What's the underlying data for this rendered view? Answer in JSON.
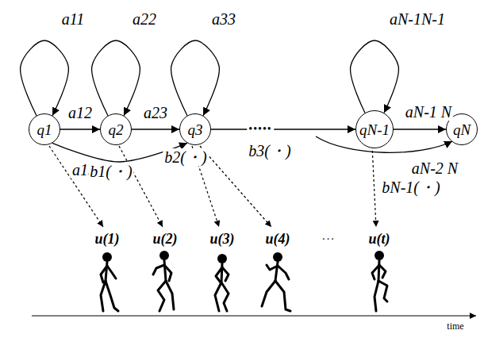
{
  "diagram": {
    "nodes": [
      {
        "text": [
          "q1"
        ]
      },
      {
        "text": [
          "q2"
        ]
      },
      {
        "text": [
          "q3"
        ]
      },
      {
        "text": [
          "qN-1"
        ]
      },
      {
        "text": [
          "qN"
        ]
      }
    ],
    "edges": [
      {
        "from": 0,
        "to": 0,
        "label": "a11",
        "arrow": "to"
      },
      {
        "from": 0,
        "to": 1,
        "label": "a12",
        "arrow": "to"
      },
      {
        "from": 0,
        "to": 2,
        "label": "a13",
        "arrow": "to"
      },
      {
        "from": 1,
        "to": 1,
        "label": "a22",
        "arrow": "to"
      },
      {
        "from": 1,
        "to": 2,
        "label": "a23",
        "arrow": "to"
      },
      {
        "from": 2,
        "to": 2,
        "label": "a33",
        "arrow": "to"
      },
      {
        "from": 2,
        "to": 3,
        "label": "•••••",
        "arrow": "to"
      },
      {
        "from": 3,
        "to": 3,
        "label": "aN-1N-1",
        "arrow": "to"
      },
      {
        "from": 3,
        "to": 4,
        "label": "aN-1 N",
        "arrow": "to"
      }
    ],
    "labels": [
      "aN-2 N",
      "b1(・)",
      "b2(・)",
      "b3(・)",
      "bN-1(・)",
      "u(1)",
      "u(2)",
      "u(3)",
      "u(4)",
      "···",
      "u(t)",
      "time"
    ]
  }
}
